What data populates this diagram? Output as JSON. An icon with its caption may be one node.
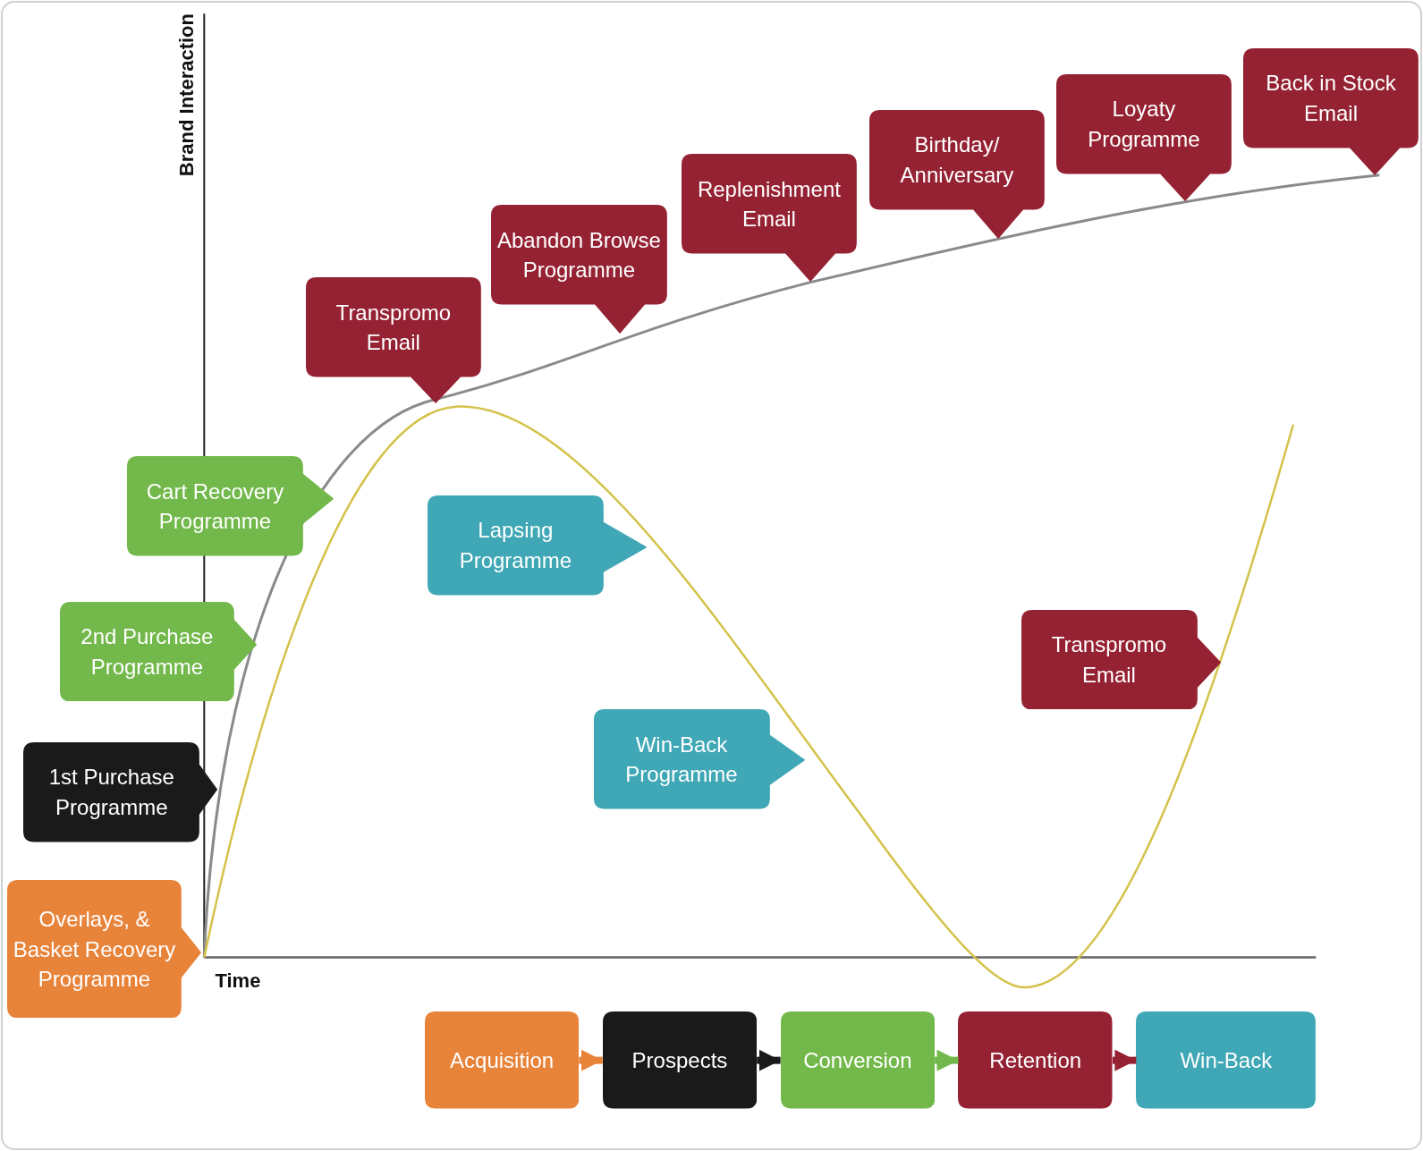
{
  "diagram": {
    "nodes": [
      {
        "text": [
          "Overlays, & Basket Recovery Programme"
        ]
      },
      {
        "text": [
          "1st Purchase Programme"
        ]
      },
      {
        "text": [
          "2nd Purchase Programme"
        ]
      },
      {
        "text": [
          "Cart Recovery Programme"
        ]
      },
      {
        "text": [
          "Transpromo Email"
        ]
      },
      {
        "text": [
          "Abandon Browse Programme"
        ]
      },
      {
        "text": [
          "Replenishment Email"
        ]
      },
      {
        "text": [
          "Birthday/ Anniversary"
        ]
      },
      {
        "text": [
          "Loyaty Programme"
        ]
      },
      {
        "text": [
          "Back in Stock Email"
        ]
      },
      {
        "text": [
          "Lapsing Programme"
        ]
      },
      {
        "text": [
          "Win-Back Programme"
        ]
      },
      {
        "text": [
          "Transpromo Email"
        ]
      },
      {
        "text": [
          "Acquisition"
        ]
      },
      {
        "text": [
          "Prospects"
        ]
      },
      {
        "text": [
          "Conversion"
        ]
      },
      {
        "text": [
          "Retention"
        ]
      },
      {
        "text": [
          "Win-Back"
        ]
      }
    ],
    "edges": [
      {
        "from": 13,
        "to": 14,
        "arrow": "to",
        "color": "#e8833a"
      },
      {
        "from": 14,
        "to": 15,
        "arrow": "to",
        "color": "#1a1a1a"
      },
      {
        "from": 15,
        "to": 16,
        "arrow": "to",
        "color": "#72b84a"
      },
      {
        "from": 16,
        "to": 17,
        "arrow": "to",
        "color": "#952233"
      }
    ],
    "labels": [
      "Brand Interaction",
      "Time"
    ]
  }
}
